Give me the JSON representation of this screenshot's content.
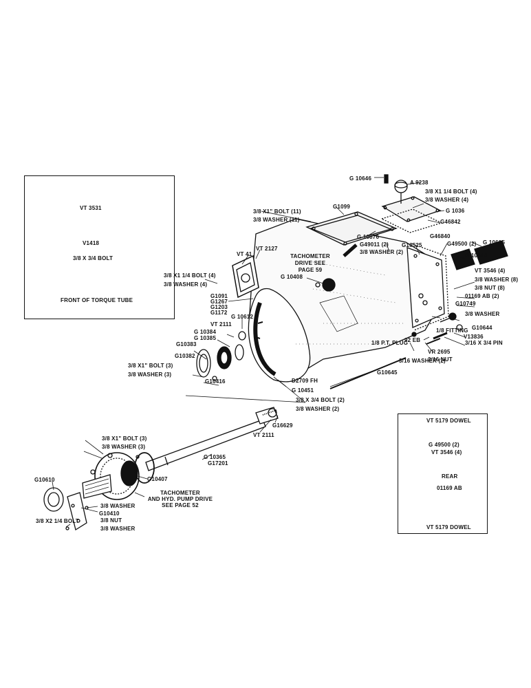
{
  "inset_front": {
    "part_top": "VT 3531",
    "part_mid": "V1418",
    "bolt_frac": "3/8",
    "bolt_text": "X 3/4 BOLT",
    "caption": "FRONT OF TORQUE TUBE"
  },
  "inset_rear": {
    "dowel_top": "VT 5179 DOWEL",
    "g49500": "G 49500 (2)",
    "vt3546": "VT 3546 (4)",
    "rear": "REAR",
    "o1169": "01169 AB",
    "dowel_bottom": "VT 5179 DOWEL"
  },
  "labels": {
    "g10646": "G 10646",
    "a9238": "A 9238",
    "bolt4_top": "3/8 X1 1/4 BOLT (4)",
    "washer4_top": "3/8 WASHER (4)",
    "g1036": "G 1036",
    "g46842": "G46842",
    "g1099": "G1099",
    "bolt11": "3/8 X1\" BOLT (11)",
    "washer11": "3/8 WASHER (11)",
    "g10876": "G 10876",
    "g49011": "G49011 (2)",
    "washer2a": "3/8 WASHER (2)",
    "g16525": "G16525",
    "g46840": "G46840",
    "g49500": "G49500 (2)",
    "g10615": "G 10615",
    "g10614": "G 10614",
    "vt2127": "VT 2127",
    "vt41": "VT 41",
    "tach1": "TACHOMETER",
    "tach2": "DRIVE  SEE",
    "tach3": "PAGE 59",
    "bolt4b": "3/8 X1 1/4 BOLT (4)",
    "washer4b": "3/8 WASHER (4)",
    "g10408": "G 10408",
    "vt3546r": "VT 3546 (4)",
    "washer8": "3/8 WASHER (8)",
    "nut8": "3/8 NUT (8)",
    "o1169r": "01169 AB (2)",
    "g10749": "G10749",
    "g1091": "G1091",
    "g1267": "G1267",
    "g1203": "G1203",
    "g1172": "G1172",
    "g10612": "G 10612",
    "washer_r": "3/8 WASHER",
    "g10644": "G10644",
    "vt2111a": "VT 2111",
    "g10384": "G 10384",
    "g10385": "G 10385",
    "g10383": "G10383",
    "fitting": "1/8 FITTING",
    "v13836": "V13836",
    "pin": "3/16 X 3/4 PIN",
    "ptplug": "1/8 P.T. PLUG",
    "eb92": "92 EB",
    "vr2695": "VR 2695",
    "nut16": "3/16 NUT",
    "g10382": "G10382",
    "washer2b": "3/16 WASHER (2)",
    "bolt3a": "3/8 X1\" BOLT (3)",
    "washer3a": "3/8 WASHER (3)",
    "g10416": "G10416",
    "d2709": "D2709 FH",
    "g10645": "G10645",
    "g10451": "G 10451",
    "bolt2": "3/8 X 3/4 BOLT (2)",
    "washer2c": "3/8 WASHER (2)",
    "vt2111b": "VT 2111",
    "g16629": "G16629",
    "bolt3b": "3/8 X1\" BOLT (3)",
    "washer3b": "3/8 WASHER (3)",
    "g10365": "G 10365",
    "g17201": "G17201",
    "g10610": "G10610",
    "g10407": "G10407",
    "tach_hyd1": "TACHOMETER",
    "tach_hyd2": "AND HYD. PUMP DRIVE",
    "tach_hyd3": "SEE PAGE 52",
    "washer_s": "3/8 WASHER",
    "g10410": "G10410",
    "nut_s": "3/8 NUT",
    "bolt_x2": "3/8 X2 1/4 BOLT",
    "washer_b": "3/8 WASHER"
  }
}
